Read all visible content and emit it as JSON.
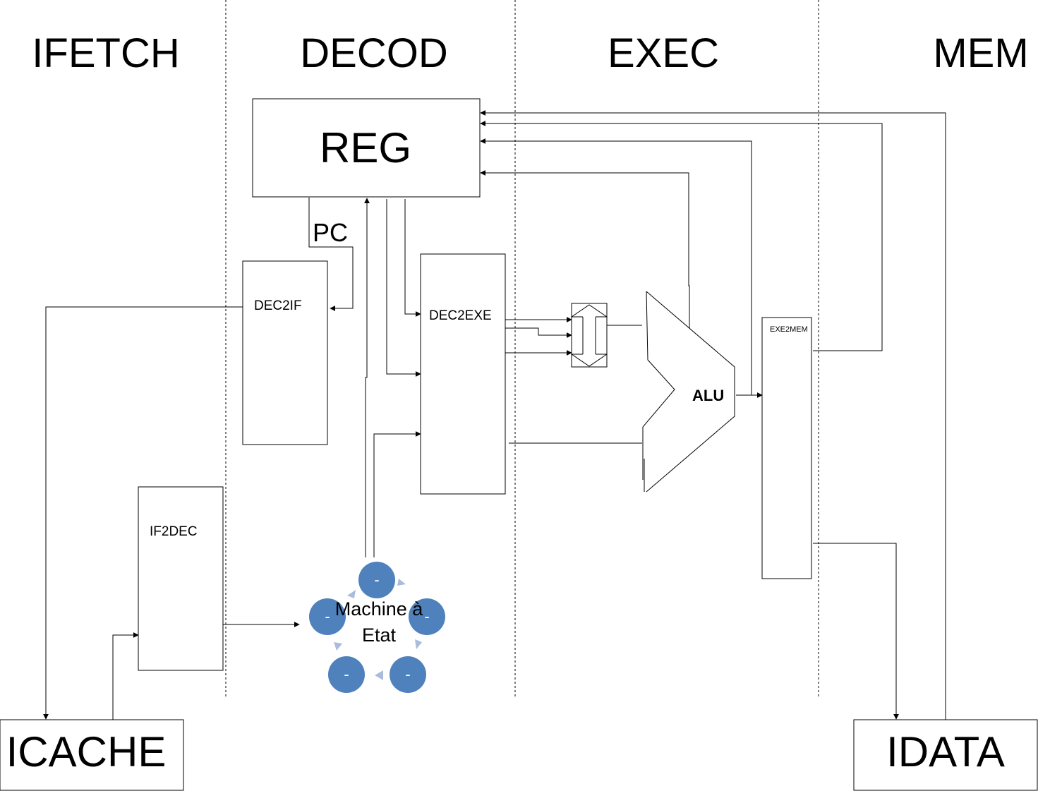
{
  "stages": {
    "ifetch": "IFETCH",
    "decod": "DECOD",
    "exec": "EXEC",
    "mem": "MEM"
  },
  "blocks": {
    "reg": "REG",
    "pc": "PC",
    "dec2if": "DEC2IF",
    "dec2exe": "DEC2EXE",
    "if2dec": "IF2DEC",
    "alu": "ALU",
    "exe2mem": "EXE2MEM",
    "icache": "ICACHE",
    "idata": "IDATA"
  },
  "state_machine": {
    "label_line1": "Machine à",
    "label_line2": "Etat",
    "node_labels": [
      "-",
      "-",
      "-",
      "-",
      "-"
    ],
    "node_color": "#4f81bd",
    "arrow_color": "#a9bcdb"
  }
}
